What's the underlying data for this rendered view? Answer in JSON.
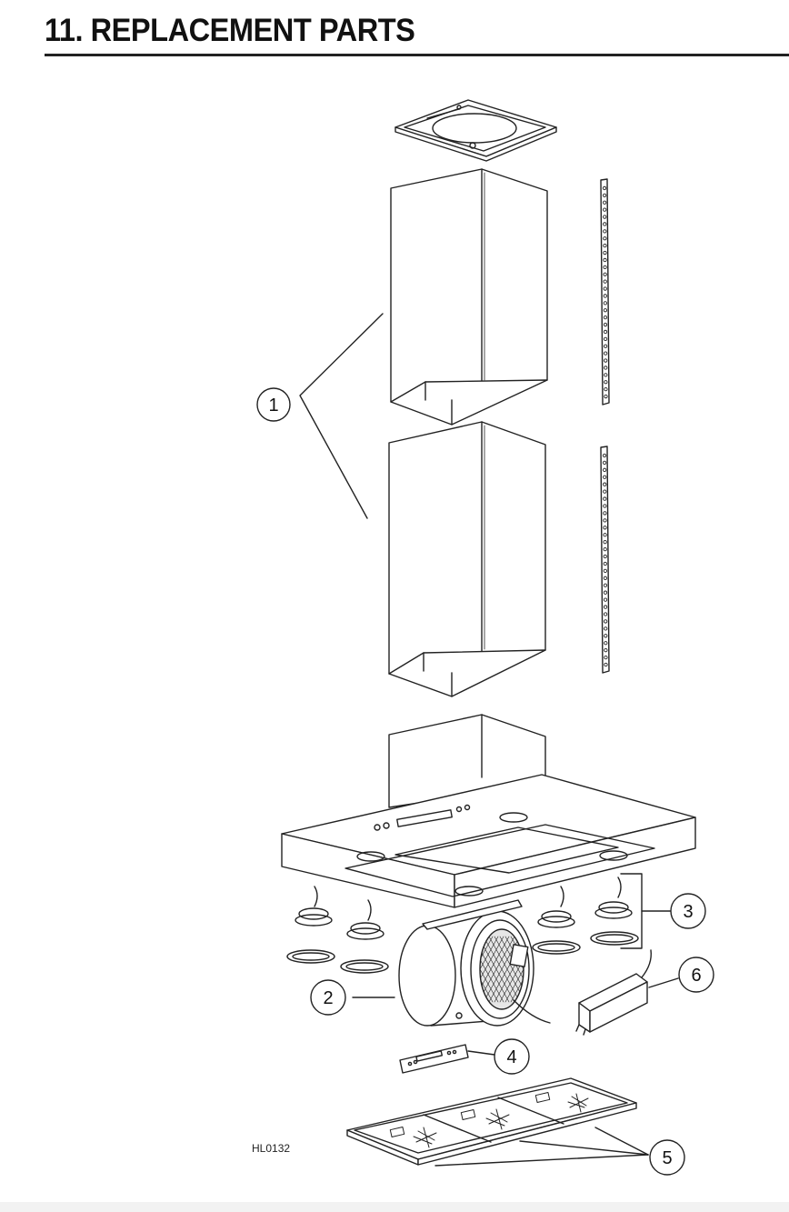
{
  "header": {
    "title": "11. REPLACEMENT PARTS"
  },
  "diagram": {
    "reference_code": "HL0132",
    "callouts": [
      "1",
      "2",
      "3",
      "4",
      "5",
      "6"
    ]
  }
}
